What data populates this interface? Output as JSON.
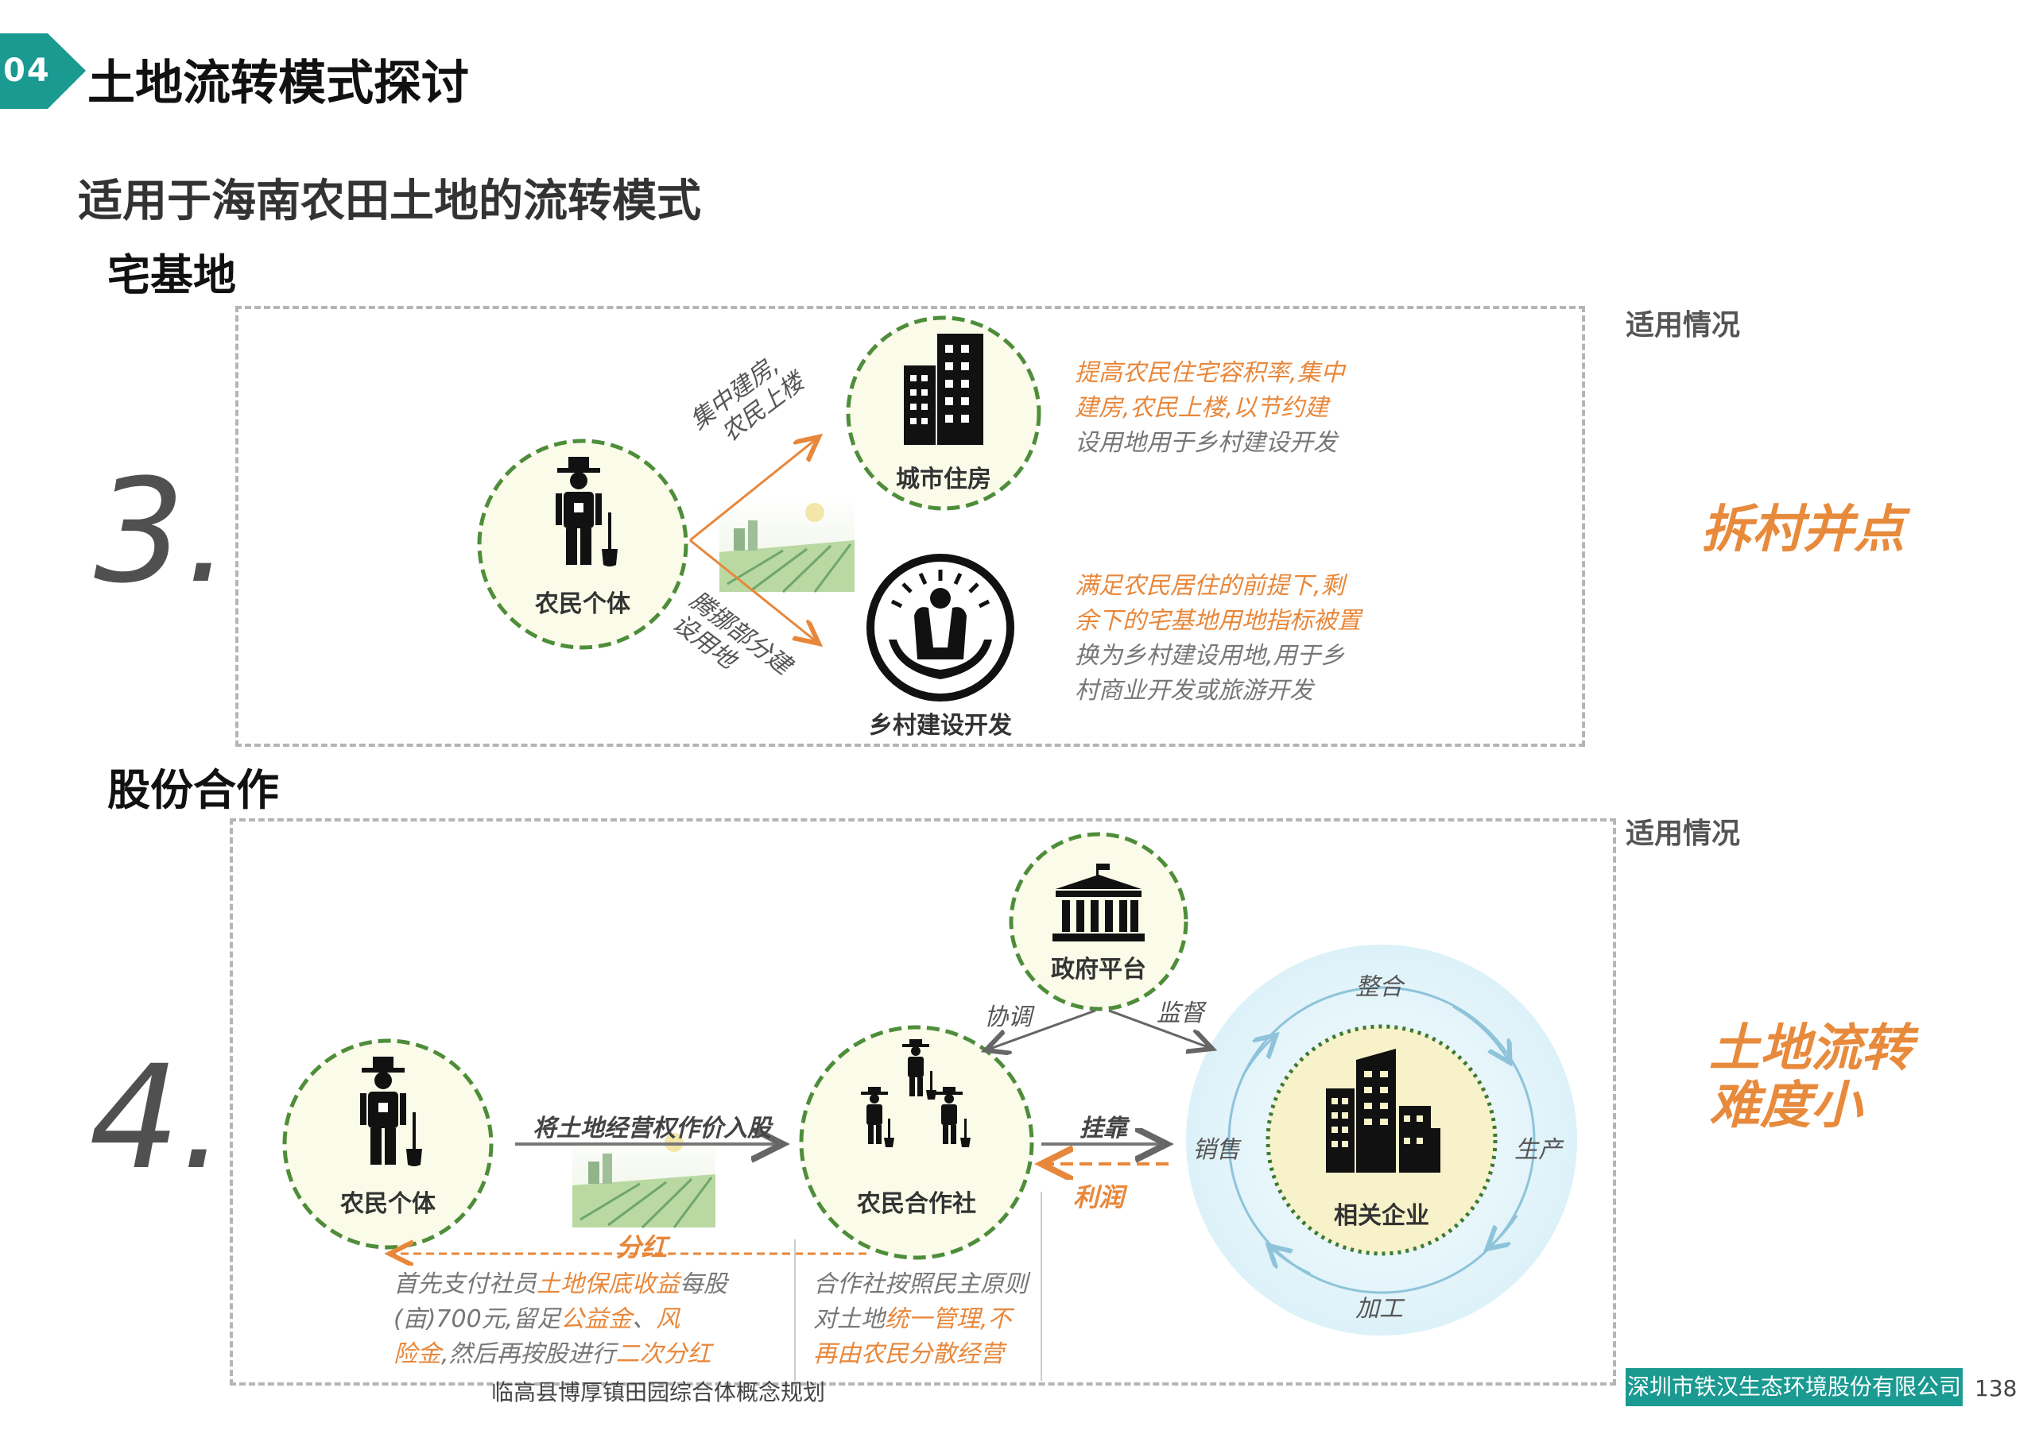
{
  "header": {
    "number": "04",
    "title": "土地流转模式探讨"
  },
  "subtitle": "适用于海南农田土地的流转模式",
  "colors": {
    "teal": "#1a9a91",
    "orange": "#e8873a",
    "circle_fill": "#fbfbe9",
    "circle_border": "#4e8d3a"
  },
  "section3": {
    "heading": "宅基地",
    "number": "3.",
    "scope_label": "适用情况",
    "difficulty": "拆村并点",
    "farmer_label": "农民个体",
    "city_housing_label": "城市住房",
    "rural_dev_label": "乡村建设开发",
    "arrow_up_text": [
      "集中建房,",
      "农民上楼"
    ],
    "arrow_down_text": [
      "腾挪部分建",
      "设用地"
    ],
    "desc_top": [
      "提高农民住宅容积率,集中",
      "建房,农民上楼,以节约建",
      "设用地用于乡村建设开发"
    ],
    "desc_bottom": [
      "满足农民居住的前提下,剩",
      "余下的宅基地用地指标被置",
      "换为乡村建设用地,用于乡",
      "村商业开发或旅游开发"
    ]
  },
  "section4": {
    "heading": "股份合作",
    "number": "4.",
    "scope_label": "适用情况",
    "difficulty": [
      "土地流转",
      "难度小"
    ],
    "farmer_label": "农民个体",
    "coop_label": "农民合作社",
    "gov_label": "政府平台",
    "enterprise_label": "相关企业",
    "arrow_invest": "将土地经营权作价入股",
    "arrow_dividend": "分红",
    "arrow_coordinate": "协调",
    "arrow_supervise": "监督",
    "arrow_affiliate": "挂靠",
    "arrow_profit": "利润",
    "cycle": {
      "top": "整合",
      "right": "生产",
      "bottom": "加工",
      "left": "销售"
    },
    "desc_left": {
      "l1a": "首先支付社员",
      "l1b": "土地保底收益",
      "l1c": "每股",
      "l2a": "(亩)700元,留足",
      "l2b": "公益金",
      "l2c": "、",
      "l2d": "风",
      "l3a": "险金",
      "l3b": ",然后再按股进行",
      "l3c": "二次分红"
    },
    "desc_mid": {
      "l1": "合作社按照民主原则",
      "l2a": "对土地",
      "l2b": "统一管理",
      "l2c": ",",
      "l2d": "不",
      "l3": "再由农民分散经营"
    }
  },
  "footer": {
    "project": "临高县博厚镇田园综合体概念规划",
    "company": "深圳市铁汉生态环境股份有限公司",
    "page": "138"
  }
}
